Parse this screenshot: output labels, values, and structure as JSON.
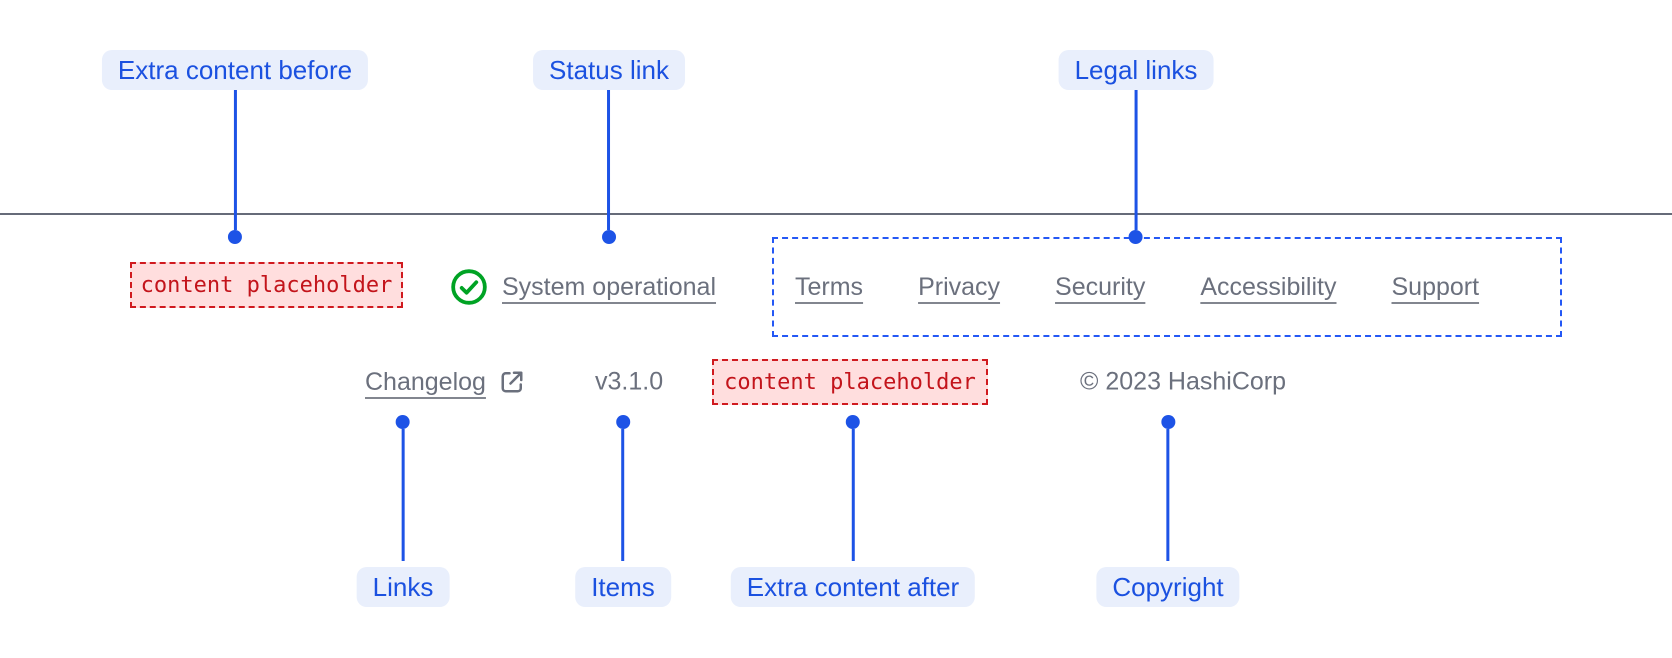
{
  "footer": {
    "extra_content_before": {
      "text": "content placeholder"
    },
    "status": {
      "label": "System operational"
    },
    "legal_links": [
      "Terms",
      "Privacy",
      "Security",
      "Accessibility",
      "Support"
    ],
    "links": [
      {
        "label": "Changelog",
        "external": true
      }
    ],
    "items": [
      {
        "label": "v3.1.0"
      }
    ],
    "extra_content_after": {
      "text": "content placeholder"
    },
    "copyright": "© 2023 HashiCorp"
  },
  "annotations": {
    "extra_content_before": "Extra content before",
    "status_link": "Status link",
    "legal_links": "Legal links",
    "links": "Links",
    "items": "Items",
    "extra_content_after": "Extra content after",
    "copyright": "Copyright"
  },
  "colors": {
    "annotation_accent": "#1d53e6",
    "annotation_label_bg": "#e9effc",
    "placeholder_red": "#c3141b",
    "placeholder_bg": "#ffdede",
    "legal_outline_blue": "#2458f5",
    "link_gray": "#6b707d",
    "status_green": "#00a324",
    "rule_gray": "#666b79"
  }
}
